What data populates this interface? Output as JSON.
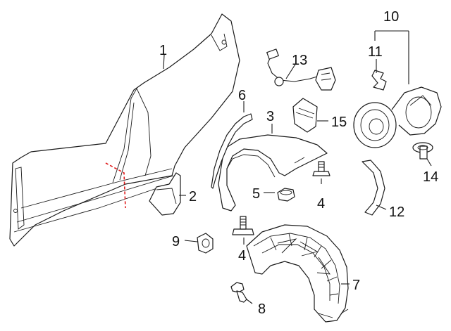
{
  "callouts": {
    "c1": "1",
    "c2": "2",
    "c3": "3",
    "c4a": "4",
    "c4b": "4",
    "c5": "5",
    "c6": "6",
    "c7": "7",
    "c8": "8",
    "c9": "9",
    "c10": "10",
    "c11": "11",
    "c12": "12",
    "c13": "13",
    "c14": "14",
    "c15": "15"
  },
  "colors": {
    "line": "#1a1a1a",
    "cut_line": "#e01b1b",
    "background": "#ffffff"
  }
}
